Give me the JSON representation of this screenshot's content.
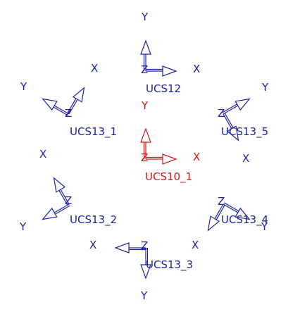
{
  "colors": {
    "default": "#1e22a0",
    "active": "#d01818",
    "background": "#ffffff"
  },
  "ucs_icons": [
    {
      "id": "ucs12",
      "name": "UCS12",
      "x_label": "X",
      "y_label": "Y",
      "z_label": "Z",
      "active": false
    },
    {
      "id": "ucs10_1",
      "name": "UCS10_1",
      "x_label": "X",
      "y_label": "Y",
      "z_label": "Z",
      "active": true
    },
    {
      "id": "ucs13_1",
      "name": "UCS13_1",
      "x_label": "X",
      "y_label": "Y",
      "z_label": "Z",
      "active": false
    },
    {
      "id": "ucs13_5",
      "name": "UCS13_5",
      "x_label": "X",
      "y_label": "Y",
      "z_label": "Z",
      "active": false
    },
    {
      "id": "ucs13_2",
      "name": "UCS13_2",
      "x_label": "X",
      "y_label": "Y",
      "z_label": "Z",
      "active": false
    },
    {
      "id": "ucs13_4",
      "name": "UCS13_4",
      "x_label": "X",
      "y_label": "Y",
      "z_label": "Z",
      "active": false
    },
    {
      "id": "ucs13_3",
      "name": "UCS13_3",
      "x_label": "X",
      "y_label": "Y",
      "z_label": "Z",
      "active": false
    }
  ]
}
